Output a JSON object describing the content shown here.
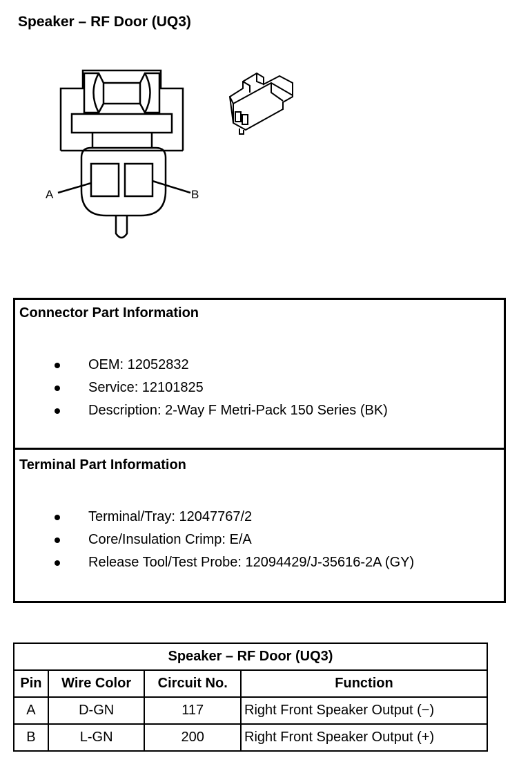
{
  "title": "Speaker – RF Door (UQ3)",
  "diagram": {
    "pin_label_a": "A",
    "pin_label_b": "B"
  },
  "connector_info": {
    "heading": "Connector Part Information",
    "items": [
      "OEM: 12052832",
      "Service: 12101825",
      "Description: 2-Way F Metri-Pack 150 Series (BK)"
    ]
  },
  "terminal_info": {
    "heading": "Terminal Part Information",
    "items": [
      "Terminal/Tray: 12047767/2",
      "Core/Insulation Crimp: E/A",
      "Release Tool/Test Probe: 12094429/J-35616-2A (GY)"
    ]
  },
  "pin_table": {
    "title": "Speaker – RF Door (UQ3)",
    "headers": [
      "Pin",
      "Wire Color",
      "Circuit No.",
      "Function"
    ],
    "rows": [
      [
        "A",
        "D-GN",
        "117",
        "Right Front Speaker Output (−)"
      ],
      [
        "B",
        "L-GN",
        "200",
        "Right Front Speaker Output (+)"
      ]
    ]
  }
}
